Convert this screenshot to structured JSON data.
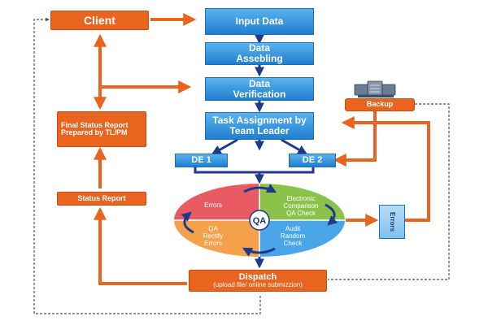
{
  "nodes": {
    "client": "Client",
    "input_data": "Input Data",
    "data_assembling": "Data Assebling",
    "data_verification": "Data Verification",
    "task_assignment": "Task Assignment by Team Leader",
    "de1": "DE 1",
    "de2": "DE 2",
    "backup": "Backup",
    "final_status": "Final Status Report Prepared by TL/PM",
    "status_report": "Status Report",
    "errors_side": "Errors",
    "dispatch_title": "Dispatch",
    "dispatch_sub": "(upload file/ online submizzion)"
  },
  "qa_cycle": {
    "center": "QA",
    "errors": "Errors",
    "electronic_line1": "Electronic",
    "electronic_line2": "Comparison",
    "electronic_line3": "QA Check",
    "rectify_line1": "QA",
    "rectify_line2": "Rectify",
    "rectify_line3": "Errors",
    "audit_line1": "Audit",
    "audit_line2": "Random",
    "audit_line3": "Check"
  },
  "colors": {
    "blue": "#1f7fcf",
    "orange": "#e8641f",
    "navy_arrow": "#1f3a8a",
    "qa_red": "#e85b63",
    "qa_green": "#8bc34a",
    "qa_orange": "#f5a04a",
    "qa_blue": "#4aa6e8"
  }
}
